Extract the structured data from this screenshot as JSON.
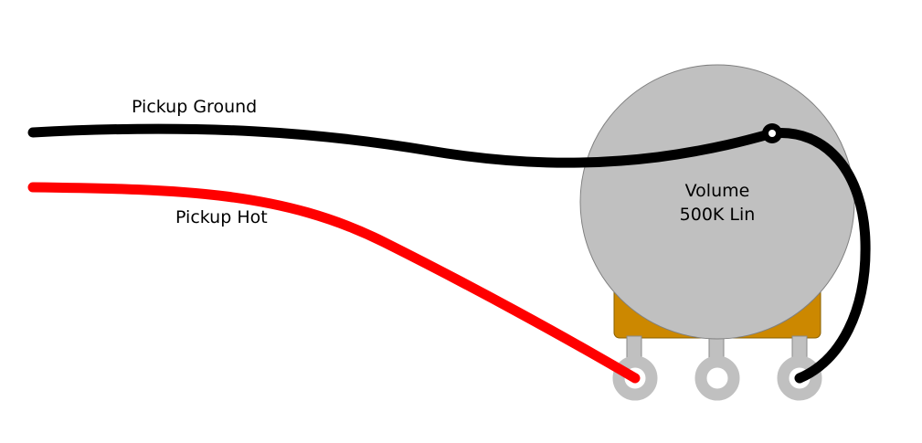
{
  "labels": {
    "pickup_ground": "Pickup Ground",
    "pickup_hot": "Pickup Hot",
    "pot_name": "Volume",
    "pot_value": "500K Lin"
  },
  "colors": {
    "background": "#ffffff",
    "pot_body": "#c0c0c0",
    "pot_body_outline": "#808080",
    "pot_casing": "#cc8800",
    "lug": "#c0c0c0",
    "ground_wire": "#000000",
    "hot_wire": "#ff0000"
  }
}
